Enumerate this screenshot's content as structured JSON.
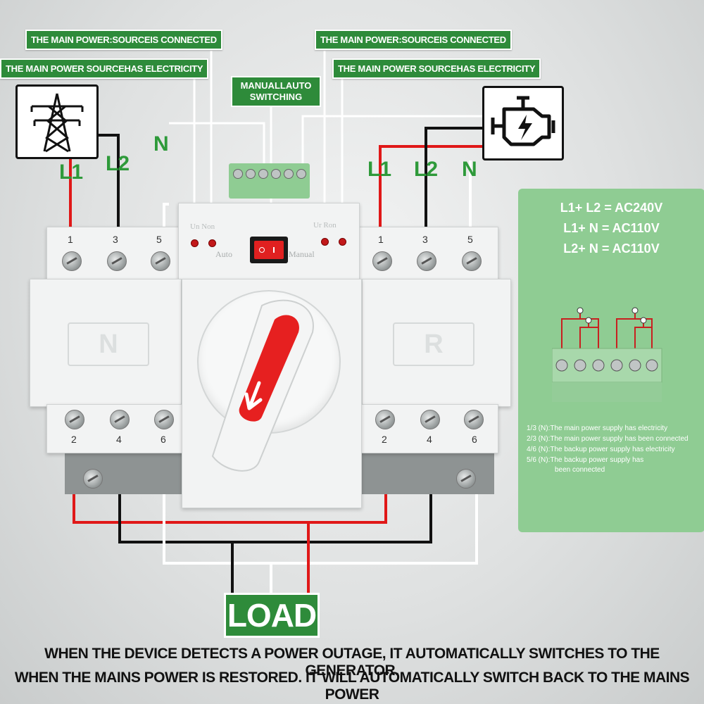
{
  "labels": {
    "left_connected": "THE MAIN POWER:SOURCEIS CONNECTED",
    "left_electricity": "THE MAIN POWER SOURCEHAS ELECTRICITY",
    "right_connected": "THE MAIN POWER:SOURCEIS CONNECTED",
    "right_electricity": "THE MAIN POWER SOURCEHAS ELECTRICITY",
    "switching_line1": "MANUALLAUTO",
    "switching_line2": "SWITCHING"
  },
  "phases": {
    "left_l1": "L1",
    "left_l2": "L2",
    "left_n": "N",
    "right_l1": "L1",
    "right_l2": "L2",
    "right_n": "N"
  },
  "device": {
    "top_terminals_left": [
      "1",
      "3",
      "5"
    ],
    "top_terminals_right": [
      "1",
      "3",
      "5"
    ],
    "bottom_terminals_left": [
      "2",
      "4",
      "6"
    ],
    "bottom_terminals_right": [
      "2",
      "4",
      "6"
    ],
    "left_module_letter": "N",
    "right_module_letter": "R",
    "indicator_left": "Un Non",
    "indicator_right": "Ur Ron",
    "mode_auto": "Auto",
    "mode_manual": "Manual"
  },
  "info_panel": {
    "formulas": [
      "L1+ L2 = AC240V",
      "L1+ N = AC110V",
      "L2+ N = AC110V"
    ],
    "legend": [
      {
        "code": "1/3  (N)",
        "text": ":The main power supply has electricity"
      },
      {
        "code": "2/3  (N)",
        "text": ":The main power supply has been connected"
      },
      {
        "code": "4/6  (N)",
        "text": ":The backup power supply has electricity"
      },
      {
        "code": "5/6  (N)",
        "text": ":The backup power supply has"
      },
      {
        "code": "",
        "text": "been connected"
      }
    ]
  },
  "load_label": "LOAD",
  "footer": {
    "line1": "WHEN THE DEVICE DETECTS A POWER OUTAGE, IT AUTOMATICALLY SWITCHES TO THE GENERATOR.",
    "line2": "WHEN THE MAINS POWER IS RESTORED. IT WILL AUTOMATICALLY SWITCH BACK TO THE MAINS POWER"
  },
  "colors": {
    "label_green": "#2e8b3a",
    "phase_green": "#2e9a3a",
    "wire_red": "#e01818",
    "wire_black": "#111111",
    "wire_white": "#ffffff",
    "handle_red": "#e62020",
    "panel_green": "#8fcc93"
  },
  "icons": [
    "transmission-tower-icon",
    "engine-generator-icon"
  ]
}
